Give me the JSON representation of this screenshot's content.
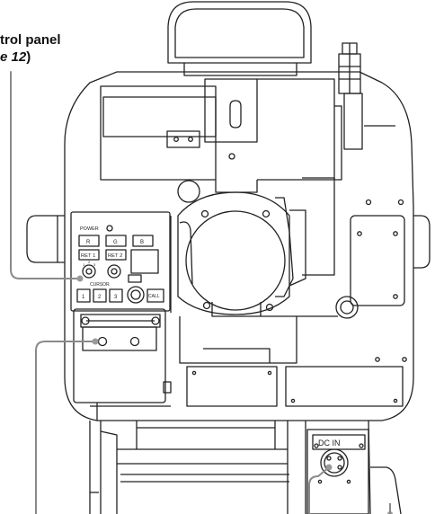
{
  "callout": {
    "title_fragment": "trol panel",
    "ref_page": "e 12",
    "ref_close": ")"
  },
  "panel": {
    "power_label": "POWER",
    "color_buttons": [
      "R",
      "G",
      "B"
    ],
    "ret1_label": "RET 1",
    "ret2_label": "RET 2",
    "cursor_label": "CURSOR",
    "num_buttons": [
      "1",
      "2",
      "3"
    ],
    "call_label": "CALL",
    "dial_ticks": [
      "1",
      "2",
      "3"
    ]
  },
  "connector": {
    "dc_in_label": "DC IN"
  },
  "colors": {
    "line": "#222222",
    "leader": "#8a8a8a",
    "callout_dot": "#9a9a9a"
  }
}
